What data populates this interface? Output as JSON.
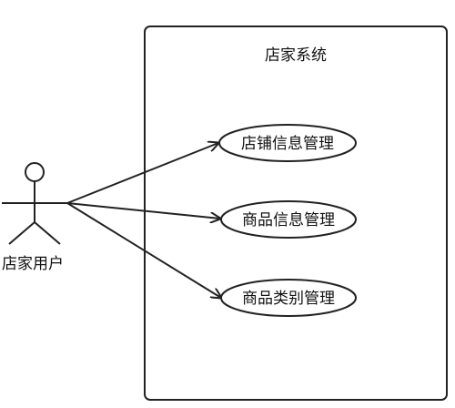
{
  "system": {
    "title": "店家系统"
  },
  "actor": {
    "name": "店家用户"
  },
  "use_cases": [
    {
      "label": "店铺信息管理"
    },
    {
      "label": "商品信息管理"
    },
    {
      "label": "商品类别管理"
    }
  ],
  "colors": {
    "line": "#222222",
    "background": "#ffffff",
    "text": "#111111"
  }
}
